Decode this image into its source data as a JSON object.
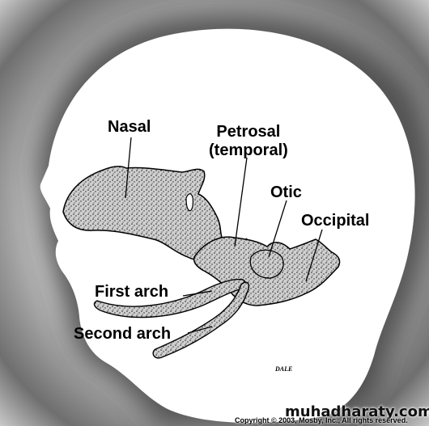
{
  "labels": {
    "nasal": "Nasal",
    "petrosal_line1": "Petrosal",
    "petrosal_line2": "(temporal)",
    "otic": "Otic",
    "occipital": "Occipital",
    "first_arch": "First arch",
    "second_arch": "Second arch"
  },
  "signature": "DALE",
  "watermark": "muhadharaty.com",
  "copyright": "Copyright © 2003, Mosby, Inc., All rights reserved.",
  "colors": {
    "background": "#ffffff",
    "stipple": "#000000",
    "bone_fill": "#d2d2d2",
    "watermark": "#111111",
    "label": "#000000"
  }
}
